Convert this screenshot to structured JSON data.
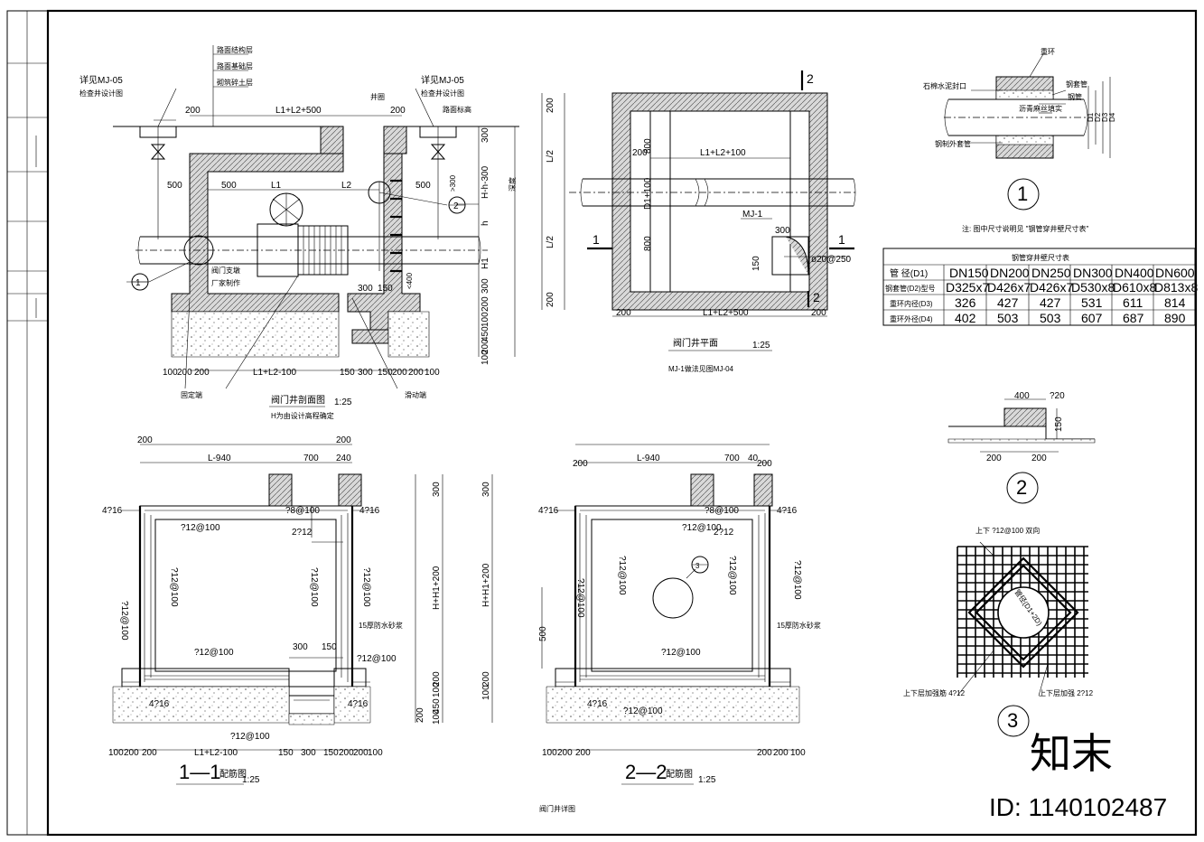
{
  "section": {
    "title": "阀门井剖面图",
    "scale": "1:25",
    "note": "H为由设计高程确定",
    "ref_left": "详见MJ-05",
    "ref_left_sub": "检查井设计图",
    "ref_right": "详见MJ-05",
    "ref_right_sub": "检查井设计图",
    "layers": [
      "路面结构层",
      "路面基础层",
      "砌筑碎土层"
    ],
    "road_level": "路面标高",
    "well_ring": "井圈",
    "fixed_end": "固定端",
    "sliding_end": "滑动端",
    "valve_support": "阀门支墩",
    "manufacturer": "厂家制作",
    "dims_top": [
      "200",
      "L1+L2+500",
      "200"
    ],
    "dims_inner": [
      "500",
      "L1",
      "L2",
      "500"
    ],
    "dims_bottom": [
      "100",
      "200",
      "200",
      "L1+L2-100",
      "150",
      "300",
      "150",
      "200",
      "200",
      "100"
    ],
    "dims_right": [
      "300",
      "H-h-300",
      "h",
      "H1",
      "300",
      "200",
      "100",
      "450",
      "200",
      "100"
    ],
    "dims_misc": [
      "300",
      "150",
      "<400",
      ">300",
      "深度"
    ],
    "callout_1": "1",
    "callout_2": "2"
  },
  "plan": {
    "title": "阀门井平面",
    "scale": "1:25",
    "note": "MJ-1做法见图MJ-04",
    "dims_top": [
      "L1+L2+100"
    ],
    "dims_bottom": [
      "200",
      "L1+L2+500",
      "200"
    ],
    "dims_left": [
      "200",
      "L/2",
      "L/2",
      "200"
    ],
    "dims_inner": [
      "800",
      "200",
      "D1+100",
      "800",
      "300",
      "150"
    ],
    "mj": "MJ-1",
    "hole": "ø20@250",
    "cut_1": "1",
    "cut_2": "2"
  },
  "detail1": {
    "labels": [
      "重环",
      "石棉水泥封口",
      "钢套管",
      "钢管",
      "沥青麻丝填实",
      "钢制外套管"
    ],
    "dims": [
      "D1",
      "D2",
      "D3",
      "D4"
    ],
    "callout": "1",
    "note": "注: 图中尺寸说明见 \"钢管穿井壁尺寸表\""
  },
  "pipe_table": {
    "title": "钢管穿井壁尺寸表",
    "headers": [
      "管 径(D1)",
      "DN150",
      "DN200",
      "DN250",
      "DN300",
      "DN400",
      "DN600"
    ],
    "rows": [
      [
        "钢套管(D2)型号",
        "D325x7",
        "D426x7",
        "D426x7",
        "D530x8",
        "D610x8",
        "D813x8"
      ],
      [
        "重环内径(D3)",
        "326",
        "427",
        "427",
        "531",
        "611",
        "814"
      ],
      [
        "重环外径(D4)",
        "402",
        "503",
        "503",
        "607",
        "687",
        "890"
      ]
    ]
  },
  "detail2": {
    "dims": [
      "400",
      "?20",
      "150",
      "200",
      "200"
    ],
    "callout": "2"
  },
  "detail3": {
    "top_label": "上下 ?12@100 双向",
    "bottom_left": "上下层加强筋 4?12",
    "bottom_right": "上下层加强 2?12",
    "hole_label": "管径(D1+2D)",
    "callout": "3"
  },
  "rebar11": {
    "title": "1—1",
    "title_sub": "配筋图",
    "scale": "1:25",
    "dims_top": [
      "200",
      "L-940",
      "700",
      "200",
      "240"
    ],
    "dims_bottom": [
      "100",
      "200",
      "200",
      "L1+L2-100",
      "150",
      "300",
      "150",
      "200",
      "200",
      "100"
    ],
    "dims_right": [
      "300",
      "H+H1+200",
      "200",
      "100",
      "450",
      "100",
      "200"
    ],
    "labels": [
      "4?16",
      "4?16",
      "?8@100",
      "?12@100",
      "2?12",
      "?12@100",
      "?12@100",
      "?12@100",
      "?12@100",
      "15厚防水砂浆",
      "?12@100",
      "300",
      "150",
      "4?16",
      "4?16",
      "?12@100"
    ]
  },
  "rebar22": {
    "title": "2—2",
    "title_sub": "配筋图",
    "scale": "1:25",
    "dims_top": [
      "200",
      "L-940",
      "700",
      "40",
      "200"
    ],
    "dims_bottom": [
      "100",
      "200",
      "200",
      "200",
      "200",
      "100"
    ],
    "dims_left": [
      "300",
      "H+H1+200",
      "500",
      "200",
      "100"
    ],
    "labels": [
      "4?16",
      "4?16",
      "?8@100",
      "?12@100",
      "2?12",
      "?12@100",
      "?12@100",
      "?12@100",
      "15厚防水砂浆",
      "?12@100",
      "4?16",
      "?12@100"
    ],
    "callout": "3"
  },
  "sheet": {
    "title": "阀门井详图",
    "brand": "知末",
    "id": "ID: 1140102487"
  }
}
